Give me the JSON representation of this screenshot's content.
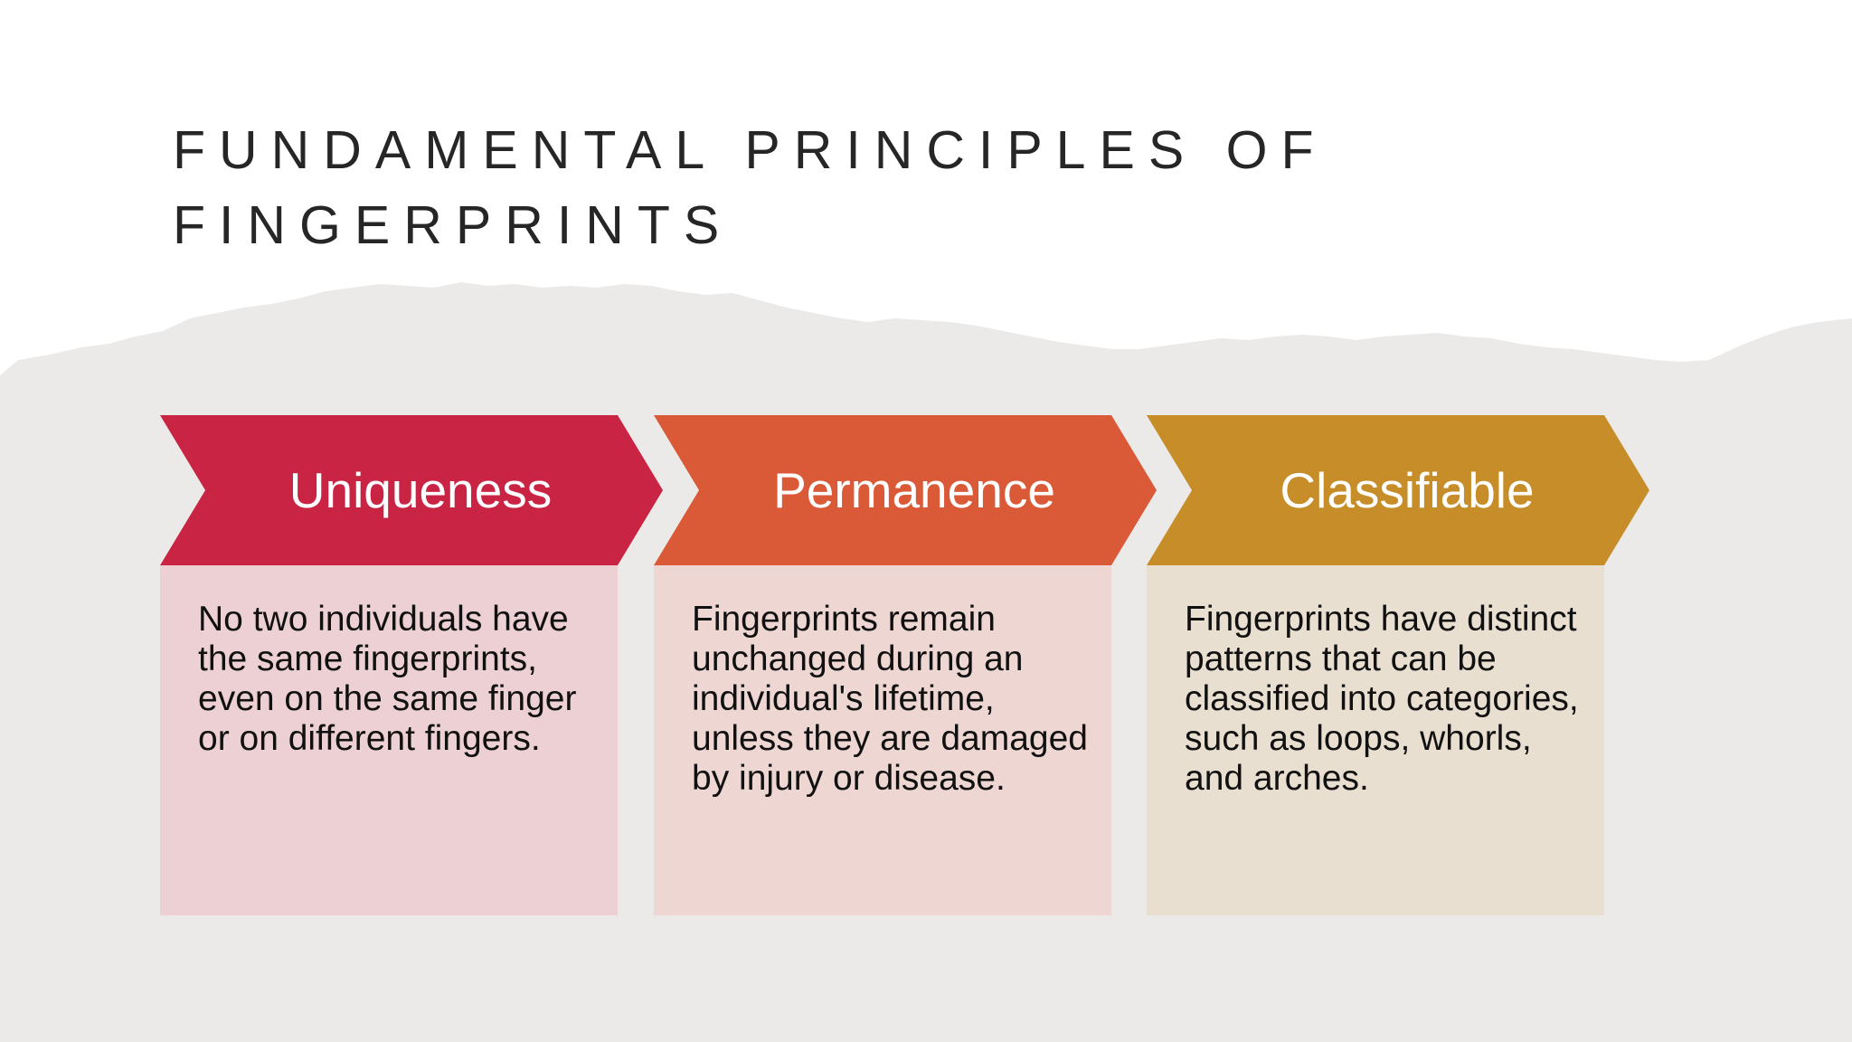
{
  "slide": {
    "title_lines": [
      "FUNDAMENTAL PRINCIPLES OF",
      "FINGERPRINTS"
    ]
  },
  "principles": [
    {
      "label": "Uniqueness",
      "description": "No two individuals have the same fingerprints, even on the same finger or on different fingers.",
      "accent_color": "#c92443",
      "card_color": "#ecd0d3"
    },
    {
      "label": "Permanence",
      "description": "Fingerprints remain unchanged during an individual's lifetime, unless they are damaged by injury or disease.",
      "accent_color": "#da5a38",
      "card_color": "#eed6d3"
    },
    {
      "label": "Classifiable",
      "description": "Fingerprints have distinct patterns that can be classified into categories, such as loops, whorls, and arches.",
      "accent_color": "#c78d28",
      "card_color": "#e9dfd1"
    }
  ],
  "colors": {
    "background": "#ffffff",
    "torn_paper": "#ebeae9",
    "title_text": "#262626"
  }
}
